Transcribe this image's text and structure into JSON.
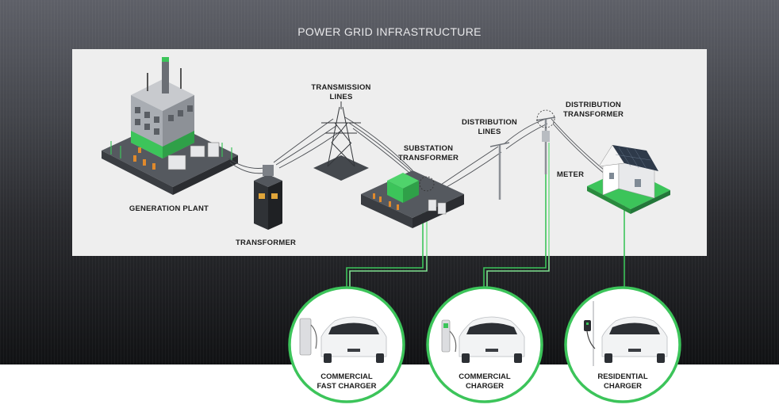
{
  "title": "POWER GRID INFRASTRUCTURE",
  "colors": {
    "accent_green": "#3cc45a",
    "panel": "#eeeeee",
    "dark": "#2f3236"
  },
  "nodes": {
    "generation_plant": "GENERATION PLANT",
    "transformer": "TRANSFORMER",
    "transmission_lines": [
      "TRANSMISSION",
      "LINES"
    ],
    "substation_transformer": [
      "SUBSTATION",
      "TRANSFORMER"
    ],
    "distribution_lines": [
      "DISTRIBUTION",
      "LINES"
    ],
    "distribution_transformer": [
      "DISTRIBUTION",
      "TRANSFORMER"
    ],
    "meter": "METER"
  },
  "chargers": [
    {
      "line1": "COMMERCIAL",
      "line2": "FAST CHARGER"
    },
    {
      "line1": "COMMERCIAL",
      "line2": "CHARGER"
    },
    {
      "line1": "RESIDENTIAL",
      "line2": "CHARGER"
    }
  ]
}
